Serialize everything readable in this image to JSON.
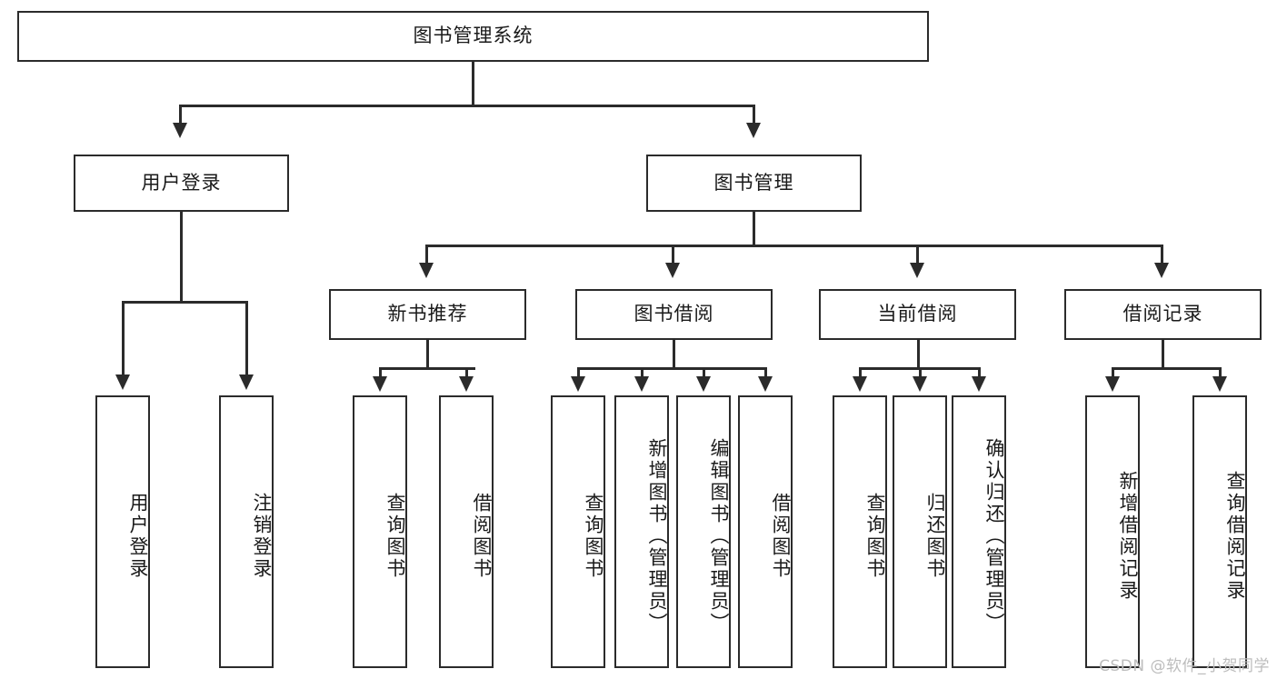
{
  "diagram": {
    "title": "图书管理系统",
    "type": "tree-hierarchy-diagram",
    "colors": {
      "stroke": "#2b2b2b",
      "fill": "#ffffff",
      "text": "#1a1a1a",
      "watermark": "#bdbdbd"
    },
    "root": {
      "label": "图书管理系统"
    },
    "level2": [
      {
        "label": "用户登录"
      },
      {
        "label": "图书管理"
      }
    ],
    "level3": [
      {
        "label": "新书推荐"
      },
      {
        "label": "图书借阅"
      },
      {
        "label": "当前借阅"
      },
      {
        "label": "借阅记录"
      }
    ],
    "leaves": {
      "user_login": [
        {
          "label": "用户登录"
        },
        {
          "label": "注销登录"
        }
      ],
      "new_book_recommend": [
        {
          "label": "查询图书"
        },
        {
          "label": "借阅图书"
        }
      ],
      "book_borrow": [
        {
          "label": "查询图书"
        },
        {
          "label": "新增图书（管理员）"
        },
        {
          "label": "编辑图书（管理员）"
        },
        {
          "label": "借阅图书"
        }
      ],
      "current_borrow": [
        {
          "label": "查询图书"
        },
        {
          "label": "归还图书"
        },
        {
          "label": "确认归还（管理员）"
        }
      ],
      "borrow_records": [
        {
          "label": "新增借阅记录"
        },
        {
          "label": "查询借阅记录"
        }
      ]
    }
  },
  "watermark": {
    "text": "CSDN @软件_小贺同学"
  }
}
